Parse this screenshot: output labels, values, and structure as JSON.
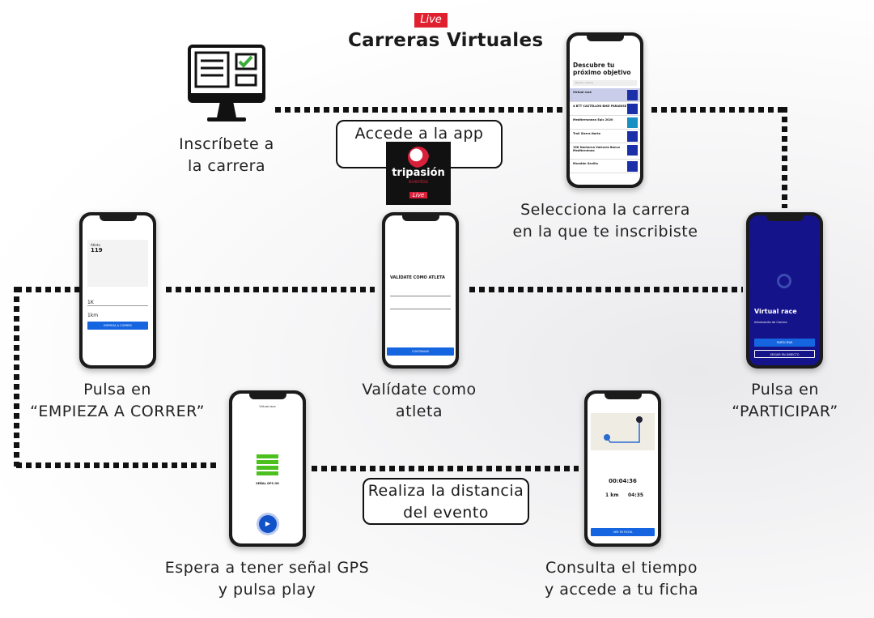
{
  "header": {
    "badge": "Live",
    "title": "Carreras Virtuales"
  },
  "steps": {
    "signup": {
      "line1": "Inscríbete a",
      "line2": "la carrera"
    },
    "app": {
      "label": "Accede a la app",
      "logo_text": "tripasión",
      "logo_sub": "eventos",
      "logo_badge": "Live"
    },
    "select": {
      "line1": "Selecciona la carrera",
      "line2": "en la que te inscribiste"
    },
    "participate": {
      "line1": "Pulsa en",
      "line2": "“PARTICIPAR”"
    },
    "validate": {
      "line1": "Valídate como",
      "line2": "atleta"
    },
    "start": {
      "line1": "Pulsa en",
      "line2": "“EMPIEZA A CORRER”"
    },
    "distance": {
      "line1": "Realiza la distancia",
      "line2": "del evento"
    },
    "gps": {
      "line1": "Espera a tener señal GPS",
      "line2": "y pulsa play"
    },
    "result": {
      "line1": "Consulta el tiempo",
      "line2": "y accede a tu ficha"
    }
  },
  "phones": {
    "select": {
      "title": "Descubre tu próximo objetivo",
      "search": "Buscar carrera",
      "items": [
        "Virtual race",
        "4 BTT CASTELLÓN BIKE PARADISE",
        "Mediterranean Epic 2020",
        "Trail Sierra Norte",
        "15K Nocturna Valencia Banco Mediterráneo",
        "Maratón Sevilla"
      ]
    },
    "start": {
      "name": "Atleta",
      "bib": "119",
      "distance": "1K",
      "event_distance": "1km",
      "button": "EMPIEZA A CORRER"
    },
    "validate": {
      "title": "VALÍDATE COMO ATLETA",
      "button": "CONTINUAR"
    },
    "participate": {
      "title": "Virtual race",
      "info": "Información de Carrera",
      "button1": "PARTICIPAR",
      "button2": "SEGUIR EN DIRECTO"
    },
    "gps": {
      "title": "Virtual race",
      "status": "SEÑAL GPS OK"
    },
    "result": {
      "time": "00:04:36",
      "distance": "1 km",
      "pace": "04:35",
      "button": "VER MI FICHA"
    }
  }
}
